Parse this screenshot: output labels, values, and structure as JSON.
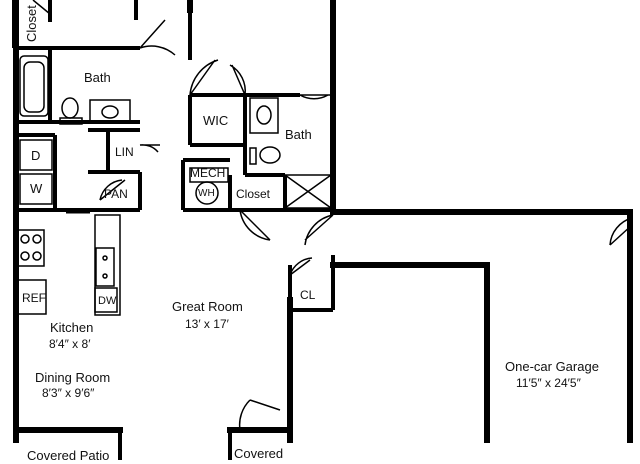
{
  "rooms": {
    "closet_top": "Closet",
    "bath_1": "Bath",
    "wic": "WIC",
    "bath_2": "Bath",
    "lin": "LIN",
    "mech": "MECH",
    "wh": "WH",
    "closet_mid": "Closet",
    "dryer": "D",
    "washer": "W",
    "pan": "PAN",
    "cl": "CL",
    "ref": "REF",
    "dw": "DW",
    "kitchen": {
      "name": "Kitchen",
      "dims": "8′4″ x 8′"
    },
    "great_room": {
      "name": "Great Room",
      "dims": "13′ x 17′"
    },
    "dining_room": {
      "name": "Dining Room",
      "dims": "8′3″ x 9′6″"
    },
    "garage": {
      "name": "One-car Garage",
      "dims": "11′5″ x 24′5″"
    },
    "covered_patio": "Covered Patio",
    "covered_entry": "Covered"
  },
  "colors": {
    "wall": "#000000",
    "background": "#ffffff"
  }
}
